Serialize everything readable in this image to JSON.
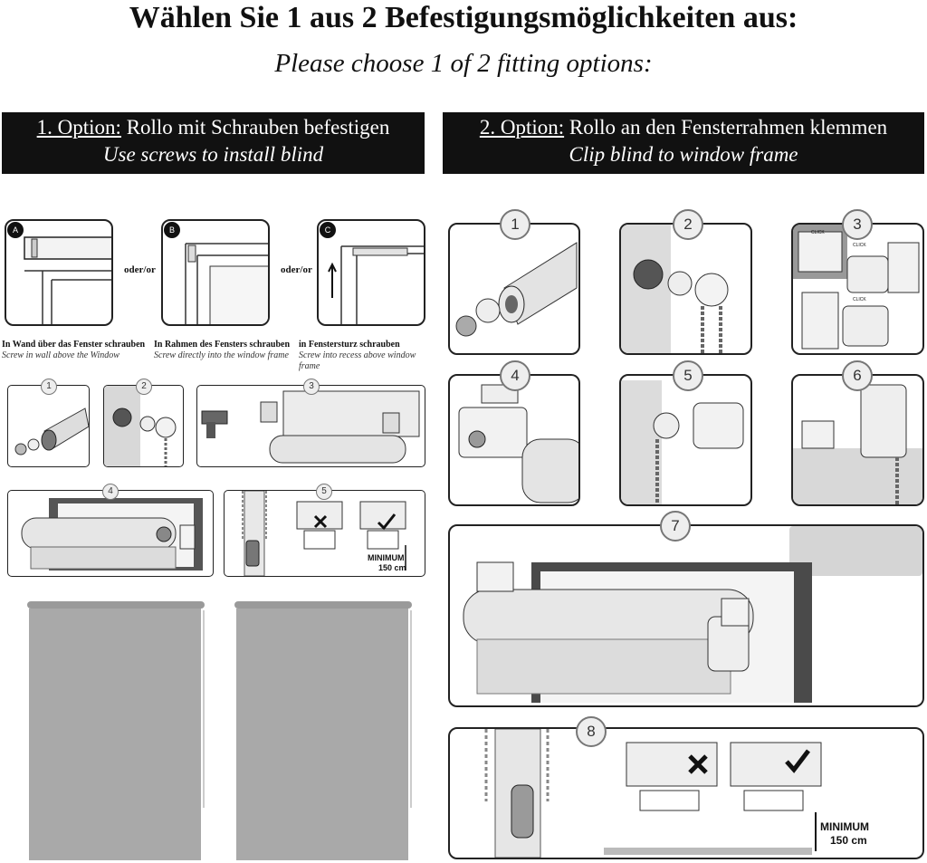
{
  "header": {
    "title_de": "Wählen Sie 1 aus 2 Befestigungsmöglichkeiten aus:",
    "title_en": "Please choose 1 of 2 fitting options:"
  },
  "option1": {
    "label": "1. Option:",
    "title_de": "Rollo mit Schrauben befestigen",
    "title_en": "Use screws to install blind",
    "variants": [
      {
        "letter": "A",
        "caption_de": "In Wand über das Fenster schrauben",
        "caption_en": "Screw in wall above the Window"
      },
      {
        "letter": "B",
        "caption_de": "In Rahmen des Fensters schrauben",
        "caption_en": "Screw directly into the window frame"
      },
      {
        "letter": "C",
        "caption_de": "in Fenstersturz schrauben",
        "caption_en": "Screw into recess above window frame"
      }
    ],
    "oder": "oder/or",
    "steps": [
      "1",
      "2",
      "3",
      "4",
      "5"
    ],
    "minimum_label": "MINIMUM",
    "minimum_value": "150 cm"
  },
  "option2": {
    "label": "2. Option:",
    "title_de": "Rollo an den Fensterrahmen klemmen",
    "title_en": "Clip blind to window frame",
    "steps": [
      "1",
      "2",
      "3",
      "4",
      "5",
      "6",
      "7",
      "8"
    ],
    "click_label": "CLICK",
    "minimum_label": "MINIMUM",
    "minimum_value": "150 cm"
  },
  "colors": {
    "bar": "#111111",
    "blind_fabric": "#a9a9a9",
    "panel_border": "#222222",
    "number_badge": "#eeeeee"
  }
}
